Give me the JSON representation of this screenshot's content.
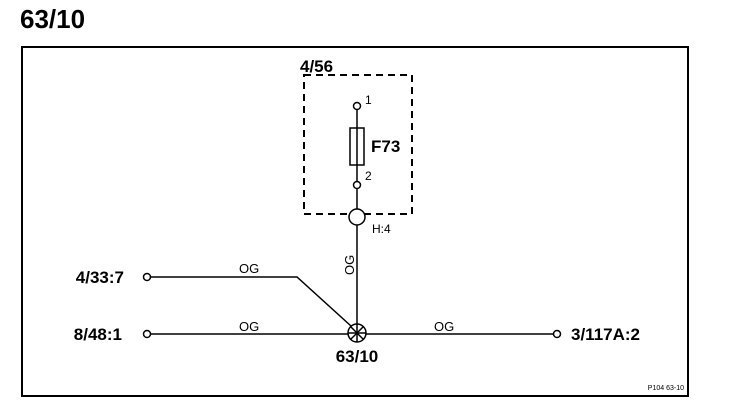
{
  "page_title": "63/10",
  "module": {
    "label": "4/56",
    "fuse": {
      "label": "F73",
      "pin_top": "1",
      "pin_bottom": "2"
    },
    "connector_label": "H:4"
  },
  "vertical_wire_color": "OG",
  "splice_label": "63/10",
  "connections": [
    {
      "terminal": "4/33:7",
      "wire_color": "OG"
    },
    {
      "terminal": "8/48:1",
      "wire_color": "OG"
    },
    {
      "terminal": "3/117A:2",
      "wire_color": "OG"
    }
  ],
  "reference": "P104  63-10"
}
